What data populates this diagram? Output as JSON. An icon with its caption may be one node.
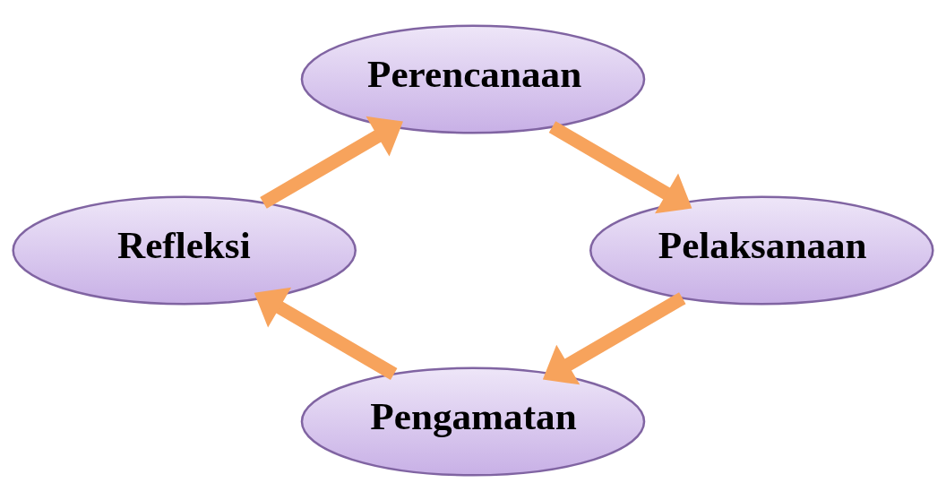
{
  "diagram": {
    "nodes": [
      {
        "text": [
          "Perencanaan"
        ]
      },
      {
        "text": [
          "Pelaksanaan"
        ]
      },
      {
        "text": [
          "Pengamatan"
        ]
      },
      {
        "text": [
          "Refleksi"
        ]
      }
    ],
    "edges": [
      {
        "from": 0,
        "to": 1,
        "arrow": "to"
      },
      {
        "from": 1,
        "to": 2,
        "arrow": "to"
      },
      {
        "from": 2,
        "to": 3,
        "arrow": "to"
      },
      {
        "from": 3,
        "to": 0,
        "arrow": "to"
      }
    ]
  }
}
